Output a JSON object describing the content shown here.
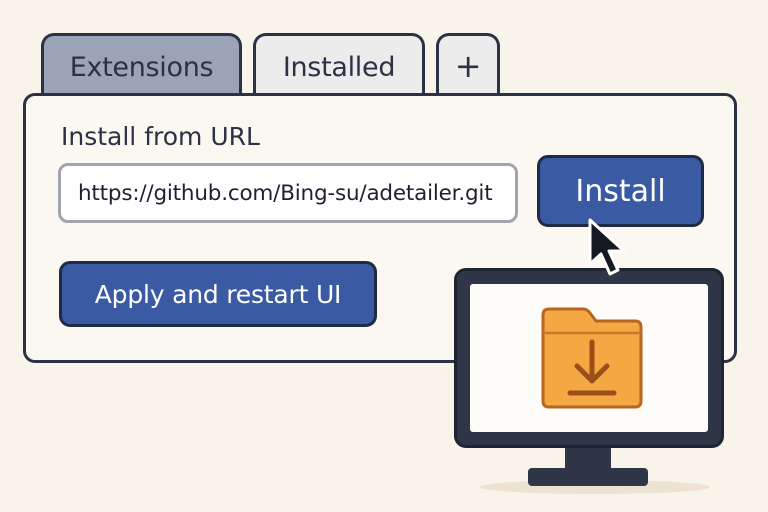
{
  "tabs": [
    {
      "label": "Extensions",
      "active": true
    },
    {
      "label": "Installed",
      "active": false
    },
    {
      "label": "+",
      "active": false
    }
  ],
  "install_from_url": {
    "label": "Install from URL",
    "url_value": "https://github.com/Bing-su/adetailer.git",
    "install_label": "Install"
  },
  "apply_label": "Apply and restart UI",
  "icons": {
    "monitor": "monitor-icon",
    "download": "folder-download-icon",
    "cursor": "mouse-pointer-icon"
  },
  "colors": {
    "accent": "#3a5ba3",
    "active_tab": "#9ba3b7",
    "folder": "#f3a844",
    "background": "#f9f4ea"
  }
}
